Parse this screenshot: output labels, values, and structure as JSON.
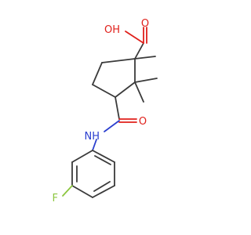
{
  "molecule": {
    "atoms": {
      "oh": {
        "label": "OH",
        "color": "#e0201b"
      },
      "o_carbonyl_acid": {
        "label": "O",
        "color": "#e0201b"
      },
      "o_amide": {
        "label": "O",
        "color": "#e0201b"
      },
      "nh": {
        "label": "NH",
        "color": "#2b3fcf"
      },
      "f": {
        "label": "F",
        "color": "#8cc63f"
      }
    },
    "bond_color": "#3a3a3a"
  }
}
